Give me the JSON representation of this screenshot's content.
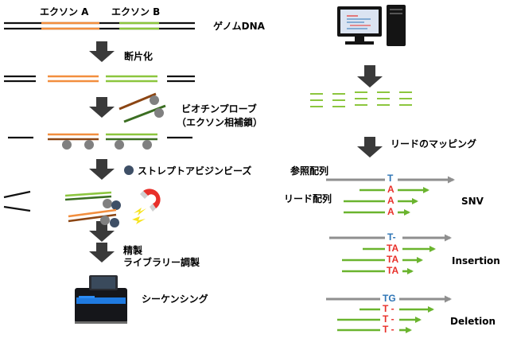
{
  "left": {
    "exon_a_label": "エクソン A",
    "exon_b_label": "エクソン B",
    "genome_label": "ゲノムDNA",
    "fragment_label": "断片化",
    "probe_label_line1": "ビオチンプローブ",
    "probe_label_line2": "（エクソン相補鎖）",
    "streptavidin_label": "ストレプトアビジンビーズ",
    "purify_label_line1": "精製",
    "purify_label_line2": "ライブラリー調製",
    "sequencing_label": "シーケンシング"
  },
  "right": {
    "mapping_label": "リードのマッピング",
    "reference_label": "参照配列",
    "read_label": "リード配列",
    "variants": [
      {
        "name": "SNV",
        "reference_base": "T",
        "read_bases": [
          "A",
          "A",
          "A"
        ]
      },
      {
        "name": "Insertion",
        "reference_base": "T-",
        "read_bases": [
          "TA",
          "TA",
          "TA"
        ]
      },
      {
        "name": "Deletion",
        "reference_base": "TG",
        "read_bases": [
          "T -",
          "T -",
          "T -"
        ]
      }
    ]
  },
  "colors": {
    "exon_a": "#f28e3e",
    "exon_b": "#8cc63e",
    "probe_brown": "#8b4513",
    "probe_green": "#3b6e22",
    "bead_dark": "#3e4f66",
    "bead_gray": "#808080",
    "magnet_red": "#e8302a",
    "reference_gray": "#8f8f8f",
    "read_green": "#6ab42e",
    "reference_base_blue": "#2e75b6",
    "variant_base_red": "#e8302a"
  }
}
